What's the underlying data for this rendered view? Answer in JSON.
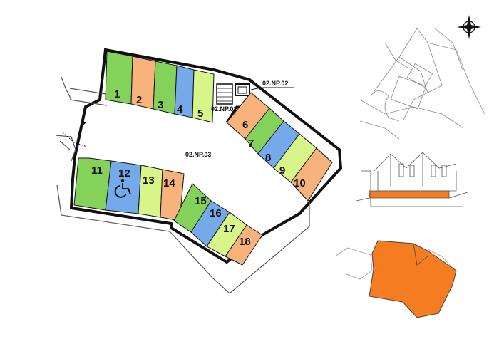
{
  "colors": {
    "green": "#84d25a",
    "orange": "#f8b27c",
    "blue": "#74aaea",
    "lime": "#d8f58a",
    "highlight": "#f57c20",
    "wall": "#111111"
  },
  "rooms": {
    "np01": "02.NP.01",
    "np02": "02.NP.02",
    "np03": "02.NP.03"
  },
  "spaces": [
    {
      "id": "1",
      "label": "1",
      "color": "green"
    },
    {
      "id": "2",
      "label": "2",
      "color": "orange"
    },
    {
      "id": "3",
      "label": "3",
      "color": "green"
    },
    {
      "id": "4",
      "label": "4",
      "color": "blue"
    },
    {
      "id": "5",
      "label": "5",
      "color": "lime"
    },
    {
      "id": "6",
      "label": "6",
      "color": "orange"
    },
    {
      "id": "7",
      "label": "7",
      "color": "green"
    },
    {
      "id": "8",
      "label": "8",
      "color": "blue"
    },
    {
      "id": "9",
      "label": "9",
      "color": "lime"
    },
    {
      "id": "10",
      "label": "10",
      "color": "orange"
    },
    {
      "id": "11",
      "label": "11",
      "color": "green"
    },
    {
      "id": "12",
      "label": "12",
      "color": "blue",
      "accessible": true
    },
    {
      "id": "13",
      "label": "13",
      "color": "lime"
    },
    {
      "id": "14",
      "label": "14",
      "color": "orange"
    },
    {
      "id": "15",
      "label": "15",
      "color": "green"
    },
    {
      "id": "16",
      "label": "16",
      "color": "blue"
    },
    {
      "id": "17",
      "label": "17",
      "color": "lime"
    },
    {
      "id": "18",
      "label": "18",
      "color": "orange"
    }
  ],
  "icons": {
    "compass": "compass-rose-icon",
    "wheelchair": "wheelchair-icon",
    "entry": "entry-arrow-icon"
  }
}
